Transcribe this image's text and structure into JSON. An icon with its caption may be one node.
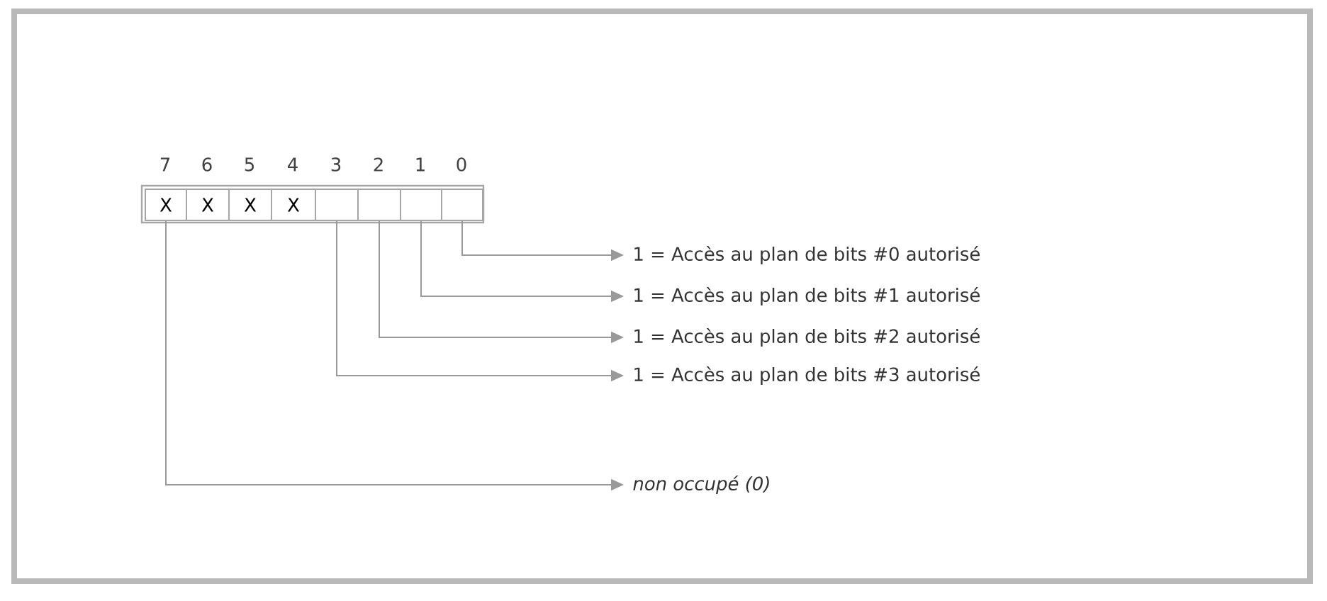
{
  "diagram": {
    "nodes": [
      {
        "text": [
          "X"
        ]
      },
      {
        "text": [
          "X"
        ]
      },
      {
        "text": [
          "X"
        ]
      },
      {
        "text": [
          "X"
        ]
      },
      {
        "text": [],
        "shape": "box"
      },
      {
        "text": [],
        "shape": "box"
      },
      {
        "text": [],
        "shape": "box"
      },
      {
        "text": [],
        "shape": "box"
      },
      {
        "text": [
          "1 = Accès au plan de bits #0 autorisé"
        ]
      },
      {
        "text": [
          "1 = Accès au plan de bits #1 autorisé"
        ]
      },
      {
        "text": [
          "1 = Accès au plan de bits #2 autorisé"
        ]
      },
      {
        "text": [
          "1 = Accès au plan de bits #3 autorisé"
        ]
      },
      {
        "text": [
          "non occupé (0)"
        ]
      }
    ],
    "edges": [
      {
        "from": 7,
        "to": 8,
        "arrow": "to"
      },
      {
        "from": 6,
        "to": 9,
        "arrow": "to"
      },
      {
        "from": 5,
        "to": 10,
        "arrow": "to"
      },
      {
        "from": 4,
        "to": 11,
        "arrow": "to"
      },
      {
        "from": 0,
        "to": 12,
        "arrow": "to"
      }
    ],
    "labels": [
      "7",
      "6",
      "5",
      "4",
      "3",
      "2",
      "1",
      "0"
    ]
  }
}
